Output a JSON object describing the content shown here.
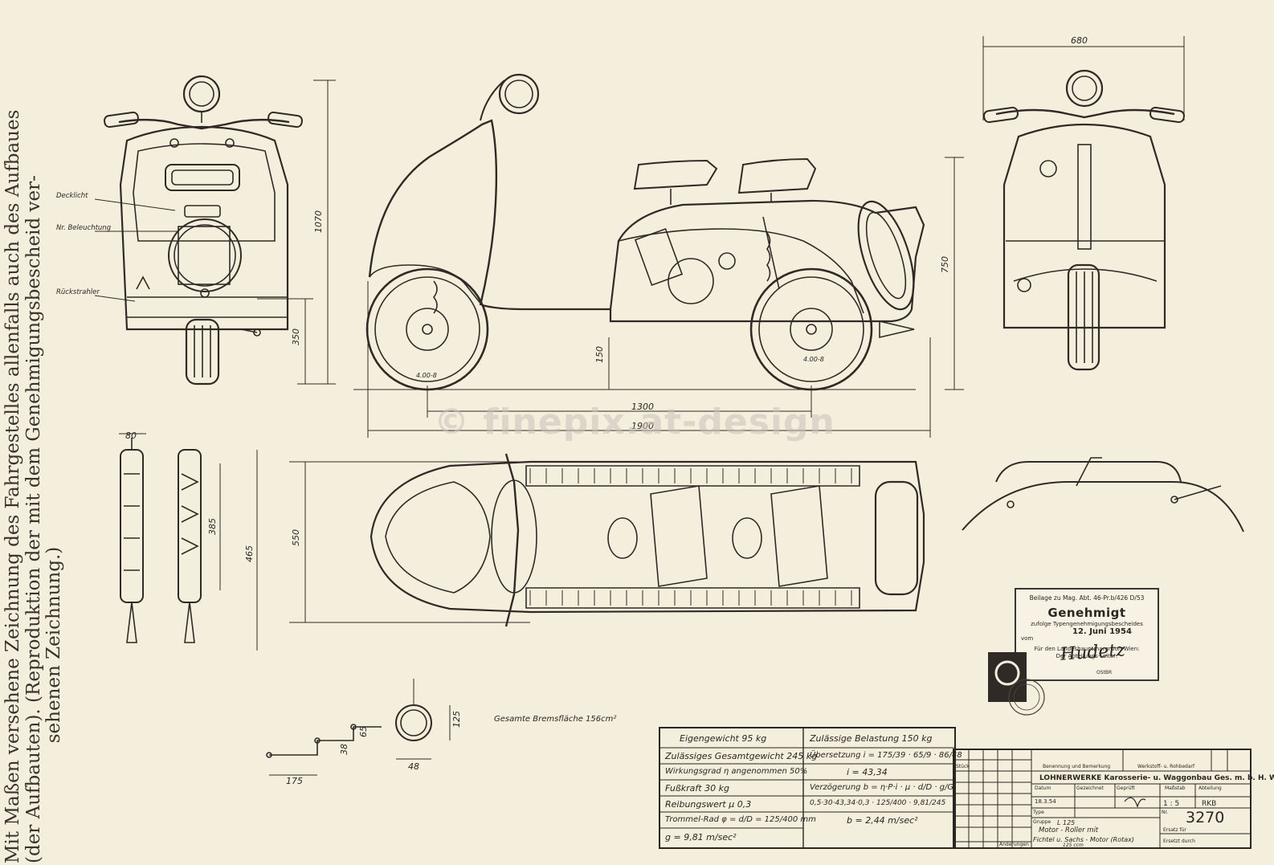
{
  "side_text": {
    "line1": "Mit Maßen versehene Zeichnung des Fahrgestelles allenfalls auch des Aufbaues",
    "line2": "(der Aufbauten). (Reproduktion der mit dem Genehmigungsbescheid ver-",
    "line3": "sehenen Zeichnung.)"
  },
  "watermark": "© finepix.at-design",
  "front_view_labels": {
    "l1": "Decklicht",
    "l2": "Nr. Beleuchtung",
    "l3": "Rückstrahler"
  },
  "dimensions": {
    "height_total": "1070",
    "height_step": "350",
    "seat_height": "750",
    "ground_clearance": "150",
    "wheelbase": "1300",
    "length": "1900",
    "width": "680",
    "plan_width": "550",
    "tube_width": "80",
    "tube_len1": "385",
    "tube_len2": "465",
    "step_w": "175",
    "step_h": "38",
    "step_h2": "65",
    "wheel_d": "125",
    "wheel_w": "48",
    "tyre_front": "4.00-8",
    "tyre_rear": "4.00-8"
  },
  "brake_note": "Gesamte Bremsfläche 156cm²",
  "stamp": {
    "top": "Beilage zu Mag. Abt. 46-Pr.b/426 D/53",
    "title": "Genehmigt",
    "sub": "zufolge Typengenehmigungsbescheides",
    "date": "12. Juni 1954",
    "vom": "vom",
    "for": "Für den Landeshauptmann von Wien:",
    "leader": "Der Abteilungs-Leiter:",
    "sig_name": "OStBR",
    "signature": "Hudetz"
  },
  "spec_table": {
    "rows": [
      [
        "Eigengewicht 95 kg",
        "Zulässige Belastung 150 kg"
      ],
      [
        "Zulässiges Gesamtgewicht 245 kg",
        "Übersetzung i = 175/39 · 65/9 · 86/48"
      ],
      [
        "Wirkungsgrad η angenommen 50%",
        "i = 43,34"
      ],
      [
        "Fußkraft 30 kg",
        "Verzögerung b = η·P·i · μ · d/D · g/G"
      ],
      [
        "Reibungswert μ 0,3",
        "0,5·30·43,34·0,3 · 125/400 · 9,81/245"
      ],
      [
        "Trommel-Rad φ = d/D = 125/400 mm",
        "b = 2,44 m/sec²"
      ],
      [
        "g = 9,81 m/sec²",
        ""
      ]
    ]
  },
  "title_block": {
    "company": "LOHNERWERKE Karosserie- u. Waggonbau Ges. m. b. H. WIEN XXI",
    "model": "L 125",
    "desc1": "Motor - Roller mit",
    "desc2": "Fichtel u. Sachs - Motor (Rotax)",
    "displacement": "125 ccm",
    "number": "3270",
    "scale": "1 : 5",
    "dept": "RKB",
    "date": "18.3.54",
    "h_benennung": "Benennung und Bemerkung",
    "h_werkstoff": "Werkstoff- u. Rohbedarf",
    "h_stuck": "Stück",
    "h_massstab": "Maßstab",
    "h_abteilung": "Abteilung",
    "h_datum": "Datum",
    "h_gezeichnet": "Gezeichnet",
    "h_gepruft": "Geprüft",
    "h_typ": "Type",
    "h_gruppe": "Gruppe",
    "h_ersatz": "Ersatz für",
    "h_ersetzt": "Ersetzt durch",
    "h_nr": "Nr.",
    "h_anderungen": "Änderungen"
  }
}
